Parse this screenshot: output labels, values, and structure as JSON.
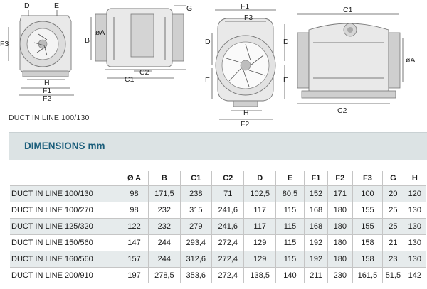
{
  "drawing_labels": {
    "side": {
      "d": "D",
      "e": "E",
      "f3": "F3",
      "h": "H",
      "f1": "F1",
      "f2": "F2"
    },
    "top": {
      "g": "G",
      "a": "øA",
      "b": "B",
      "c1": "C1",
      "c2": "C2"
    },
    "front": {
      "f1": "F1",
      "f3": "F3",
      "d": "D",
      "e": "E",
      "h": "H",
      "f2": "F2"
    },
    "right": {
      "c1": "C1",
      "d": "D",
      "e": "E",
      "a": "øA",
      "c2": "C2"
    }
  },
  "caption": "DUCT IN LINE 100/130",
  "dimensions": {
    "title": "DIMENSIONS",
    "unit": "mm"
  },
  "table": {
    "headers": [
      "",
      "Ø A",
      "B",
      "C1",
      "C2",
      "D",
      "E",
      "F1",
      "F2",
      "F3",
      "G",
      "H"
    ],
    "rows": [
      [
        "DUCT IN LINE 100/130",
        "98",
        "171,5",
        "238",
        "71",
        "102,5",
        "80,5",
        "152",
        "171",
        "100",
        "20",
        "120"
      ],
      [
        "DUCT IN LINE 100/270",
        "98",
        "232",
        "315",
        "241,6",
        "117",
        "115",
        "168",
        "180",
        "155",
        "25",
        "130"
      ],
      [
        "DUCT IN LINE 125/320",
        "122",
        "232",
        "279",
        "241,6",
        "117",
        "115",
        "168",
        "180",
        "155",
        "25",
        "130"
      ],
      [
        "DUCT IN LINE 150/560",
        "147",
        "244",
        "293,4",
        "272,4",
        "129",
        "115",
        "192",
        "180",
        "158",
        "21",
        "130"
      ],
      [
        "DUCT IN LINE 160/560",
        "157",
        "244",
        "312,6",
        "272,4",
        "129",
        "115",
        "192",
        "180",
        "158",
        "23",
        "130"
      ],
      [
        "DUCT IN LINE 200/910",
        "197",
        "278,5",
        "353,6",
        "272,4",
        "138,5",
        "140",
        "211",
        "230",
        "161,5",
        "51,5",
        "142"
      ]
    ]
  }
}
